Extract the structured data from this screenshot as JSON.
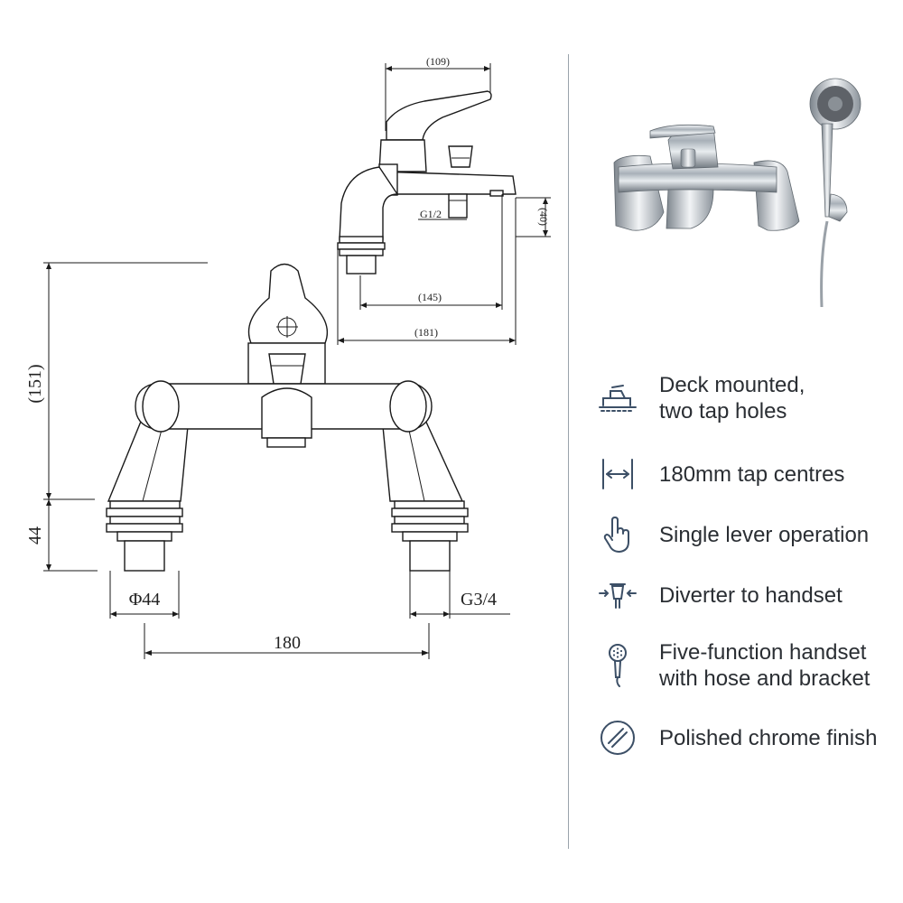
{
  "diagram": {
    "top_view": {
      "dim_width": "(109)",
      "dim_height": "(40)",
      "dim_spout": "(145)",
      "dim_total": "(181)",
      "thread_label": "G1/2"
    },
    "front_view": {
      "dim_height": "(151)",
      "dim_base": "44",
      "dim_diameter": "Φ44",
      "dim_thread": "G3/4",
      "dim_centres": "180"
    }
  },
  "features": [
    {
      "icon": "deck-tap-icon",
      "text": "Deck mounted,\ntwo tap holes"
    },
    {
      "icon": "tap-centres-icon",
      "text": "180mm tap centres"
    },
    {
      "icon": "hand-pointer-icon",
      "text": "Single lever operation"
    },
    {
      "icon": "diverter-icon",
      "text": "Diverter to handset"
    },
    {
      "icon": "shower-handset-icon",
      "text": "Five-function handset\nwith hose and bracket"
    },
    {
      "icon": "chrome-finish-icon",
      "text": "Polished chrome finish"
    }
  ],
  "colors": {
    "text": "#2a2e33",
    "icon": "#3c4f66",
    "divider": "#9aa3ab"
  }
}
